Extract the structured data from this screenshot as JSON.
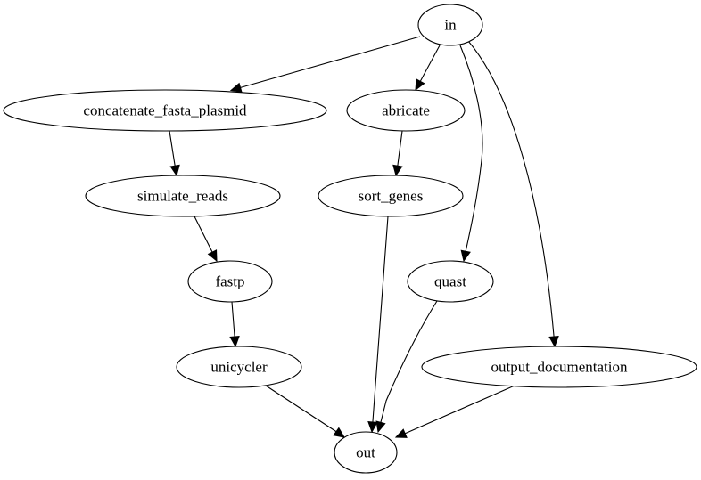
{
  "nodes": [
    {
      "id": "in",
      "label": "in"
    },
    {
      "id": "concatenate_fasta_plasmid",
      "label": "concatenate_fasta_plasmid"
    },
    {
      "id": "abricate",
      "label": "abricate"
    },
    {
      "id": "simulate_reads",
      "label": "simulate_reads"
    },
    {
      "id": "sort_genes",
      "label": "sort_genes"
    },
    {
      "id": "fastp",
      "label": "fastp"
    },
    {
      "id": "quast",
      "label": "quast"
    },
    {
      "id": "unicycler",
      "label": "unicycler"
    },
    {
      "id": "output_documentation",
      "label": "output_documentation"
    },
    {
      "id": "out",
      "label": "out"
    }
  ],
  "edges": [
    {
      "from": "in",
      "to": "concatenate_fasta_plasmid"
    },
    {
      "from": "in",
      "to": "abricate"
    },
    {
      "from": "in",
      "to": "quast"
    },
    {
      "from": "in",
      "to": "output_documentation"
    },
    {
      "from": "concatenate_fasta_plasmid",
      "to": "simulate_reads"
    },
    {
      "from": "abricate",
      "to": "sort_genes"
    },
    {
      "from": "simulate_reads",
      "to": "fastp"
    },
    {
      "from": "fastp",
      "to": "unicycler"
    },
    {
      "from": "sort_genes",
      "to": "out"
    },
    {
      "from": "quast",
      "to": "out"
    },
    {
      "from": "unicycler",
      "to": "out"
    },
    {
      "from": "output_documentation",
      "to": "out"
    }
  ]
}
